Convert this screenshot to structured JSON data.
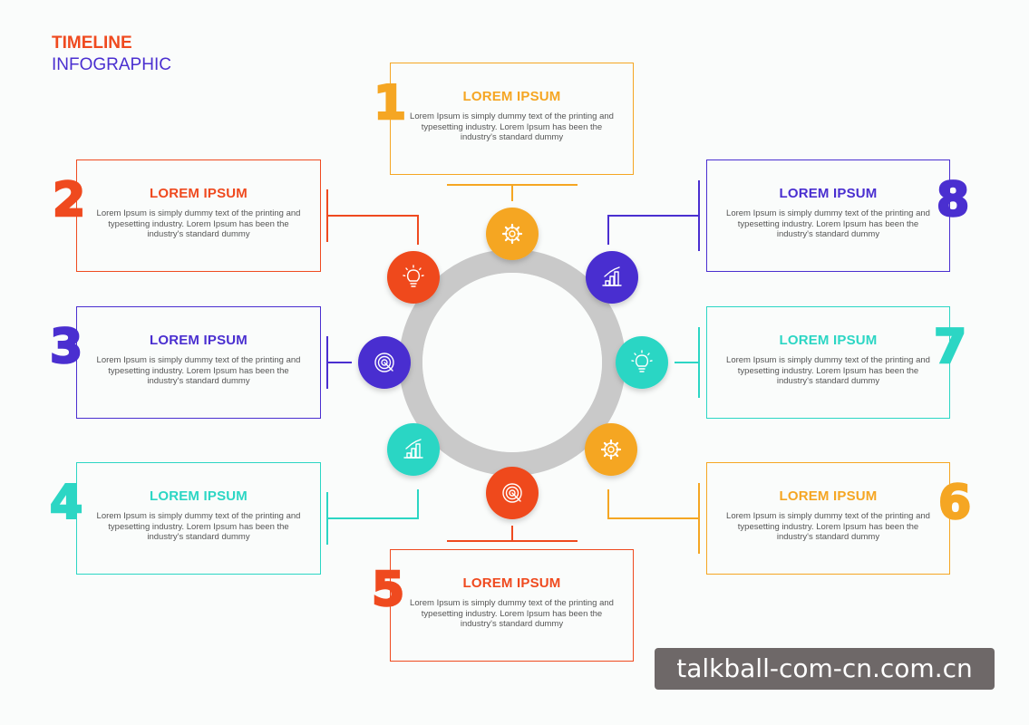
{
  "header": {
    "title_line1": "TIMELINE",
    "title_line2": "INFOGRAPHIC"
  },
  "body_text": "Lorem Ipsum is simply dummy text of the printing and typesetting industry. Lorem Ipsum has been the industry's standard dummy",
  "steps": [
    {
      "number": "1",
      "title": "LOREM IPSUM",
      "color": "#f5a623",
      "icon": "gear-icon"
    },
    {
      "number": "2",
      "title": "LOREM IPSUM",
      "color": "#ef4a1f",
      "icon": "lightbulb-icon"
    },
    {
      "number": "3",
      "title": "LOREM IPSUM",
      "color": "#4a2fd0",
      "icon": "target-icon"
    },
    {
      "number": "4",
      "title": "LOREM IPSUM",
      "color": "#2cd6c4",
      "icon": "bar-chart-icon"
    },
    {
      "number": "5",
      "title": "LOREM IPSUM",
      "color": "#ef4a1f",
      "icon": "target-icon"
    },
    {
      "number": "6",
      "title": "LOREM IPSUM",
      "color": "#f5a623",
      "icon": "gear-icon"
    },
    {
      "number": "7",
      "title": "LOREM IPSUM",
      "color": "#2cd6c4",
      "icon": "lightbulb-icon"
    },
    {
      "number": "8",
      "title": "LOREM IPSUM",
      "color": "#4a2fd0",
      "icon": "bar-chart-icon"
    }
  ],
  "watermark": "talkball-com-cn.com.cn"
}
